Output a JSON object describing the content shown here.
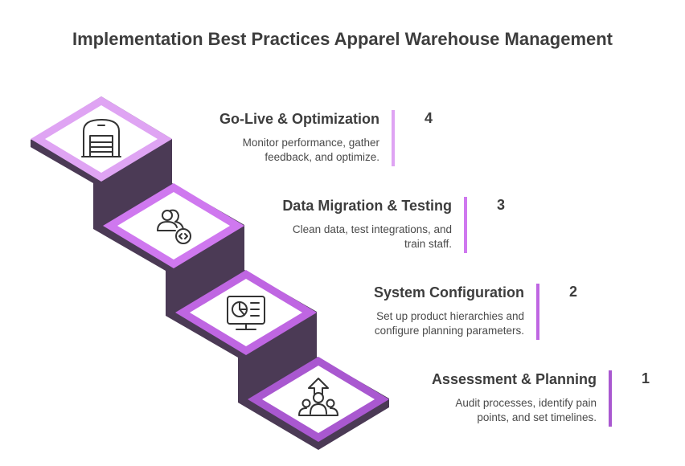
{
  "title": "Implementation Best Practices Apparel Warehouse Management",
  "colors": {
    "dark": "#4b3a55"
  },
  "steps": [
    {
      "number": "4",
      "title": "Go-Live & Optimization",
      "desc1": "Monitor performance, gather",
      "desc2": "feedback, and optimize.",
      "color": "#dfa4f3",
      "icon": "warehouse-icon"
    },
    {
      "number": "3",
      "title": "Data Migration & Testing",
      "desc1": "Clean data, test integrations, and",
      "desc2": "train staff.",
      "color": "#cf78ef",
      "icon": "users-code-icon"
    },
    {
      "number": "2",
      "title": "System Configuration",
      "desc1": "Set up product hierarchies and",
      "desc2": "configure planning parameters.",
      "color": "#bf66e2",
      "icon": "monitor-chart-icon"
    },
    {
      "number": "1",
      "title": "Assessment & Planning",
      "desc1": "Audit processes, identify pain",
      "desc2": "points, and set timelines.",
      "color": "#a958d0",
      "icon": "team-growth-icon"
    }
  ]
}
